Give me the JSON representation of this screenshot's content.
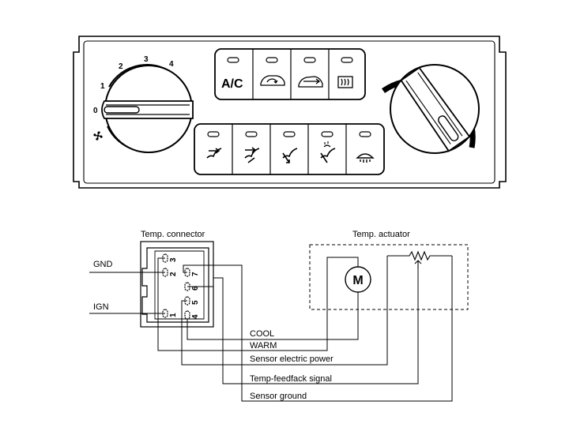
{
  "control_panel": {
    "fan_speed_labels": [
      "0",
      "1",
      "2",
      "3",
      "4"
    ],
    "top_buttons": [
      {
        "label": "A/C",
        "icon": "ac-text"
      },
      {
        "label": "",
        "icon": "recirculation-icon"
      },
      {
        "label": "",
        "icon": "fresh-air-icon"
      },
      {
        "label": "",
        "icon": "rear-defrost-icon"
      }
    ],
    "bottom_buttons": [
      {
        "icon": "vent-face-icon"
      },
      {
        "icon": "bi-level-icon"
      },
      {
        "icon": "floor-icon"
      },
      {
        "icon": "floor-defrost-icon"
      },
      {
        "icon": "windshield-defrost-icon"
      }
    ],
    "fan_icon": "fan-icon"
  },
  "wiring": {
    "connector_title": "Temp. connector",
    "actuator_title": "Temp. actuator",
    "motor_label": "M",
    "pins_left_col": [
      "3",
      "2",
      "1"
    ],
    "pins_right_col": [
      "7",
      "6",
      "5",
      "4"
    ],
    "gnd_label": "GND",
    "ign_label": "IGN",
    "signals": [
      "COOL",
      "WARM",
      "Sensor electric power",
      "Temp-feedfack signal",
      "Sensor ground"
    ]
  }
}
